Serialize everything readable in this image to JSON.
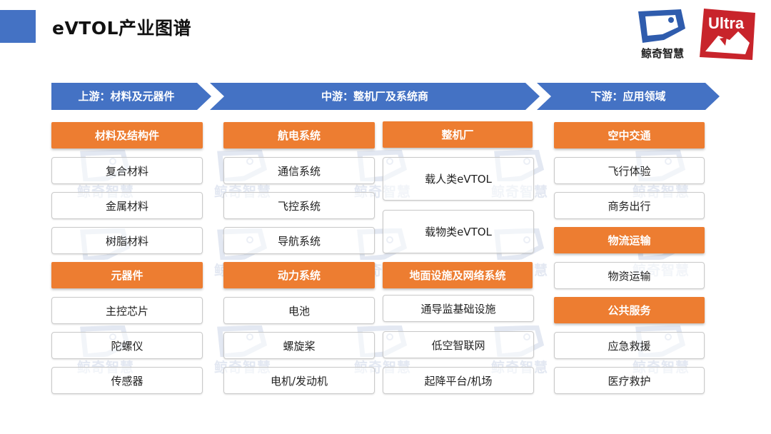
{
  "title": "eVTOL产业图谱",
  "logos": {
    "brand_name": "鲸奇智慧",
    "ultra_text": "Ultra"
  },
  "stages": {
    "upstream": "上游：材料及元器件",
    "midstream": "中游：整机厂及系统商",
    "downstream": "下游：应用领域"
  },
  "groups": {
    "materials": {
      "title": "材料及结构件",
      "items": [
        "复合材料",
        "金属材料",
        "树脂材料"
      ]
    },
    "components": {
      "title": "元器件",
      "items": [
        "主控芯片",
        "陀螺仪",
        "传感器"
      ]
    },
    "avionics": {
      "title": "航电系统",
      "items": [
        "通信系统",
        "飞控系统",
        "导航系统"
      ]
    },
    "power": {
      "title": "动力系统",
      "items": [
        "电池",
        "螺旋桨",
        "电机/发动机"
      ]
    },
    "oem": {
      "title": "整机厂",
      "items": [
        "载人类eVTOL",
        "载物类eVTOL"
      ]
    },
    "ground": {
      "title": "地面设施及网络系统",
      "items": [
        "通导监基础设施",
        "低空智联网",
        "起降平台/机场"
      ]
    },
    "air_traffic": {
      "title": "空中交通",
      "items": [
        "飞行体验",
        "商务出行"
      ]
    },
    "logistics": {
      "title": "物流运输",
      "items": [
        "物资运输"
      ]
    },
    "public": {
      "title": "公共服务",
      "items": [
        "应急救援",
        "医疗救护"
      ]
    }
  },
  "colors": {
    "accent_blue": "#4472c4",
    "accent_orange": "#ed7d31",
    "watermark": "#e3e8f2"
  }
}
